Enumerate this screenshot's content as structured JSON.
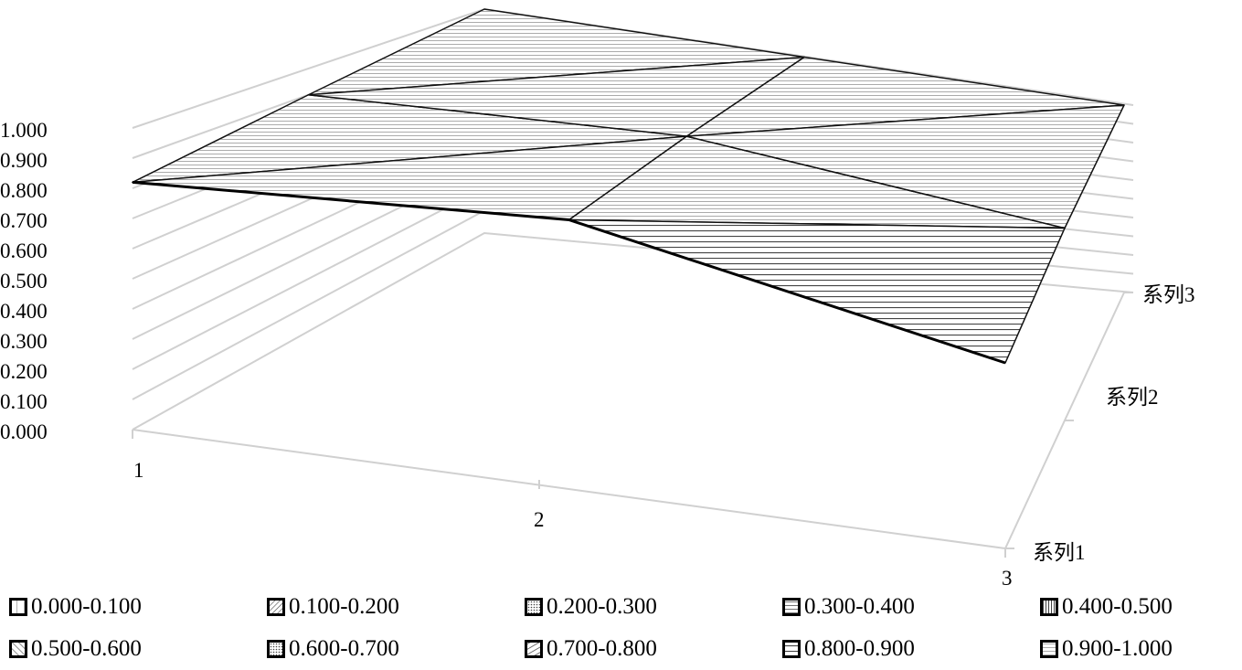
{
  "chart_data": {
    "type": "surface",
    "title": "",
    "categories": [
      "1",
      "2",
      "3"
    ],
    "series": [
      {
        "name": "系列1",
        "values": [
          0.82,
          0.95,
          0.7
        ]
      },
      {
        "name": "系列2",
        "values": [
          0.9,
          0.98,
          0.85
        ]
      },
      {
        "name": "系列3",
        "values": [
          1.0,
          1.0,
          1.0
        ]
      }
    ],
    "zlim": [
      0,
      1.0
    ],
    "z_ticks": [
      "0.000",
      "0.100",
      "0.200",
      "0.300",
      "0.400",
      "0.500",
      "0.600",
      "0.700",
      "0.800",
      "0.900",
      "1.000"
    ],
    "grid": true,
    "legend_position": "bottom",
    "legend": [
      "0.000-0.100",
      "0.100-0.200",
      "0.200-0.300",
      "0.300-0.400",
      "0.400-0.500",
      "0.500-0.600",
      "0.600-0.700",
      "0.700-0.800",
      "0.800-0.900",
      "0.900-1.000"
    ]
  }
}
